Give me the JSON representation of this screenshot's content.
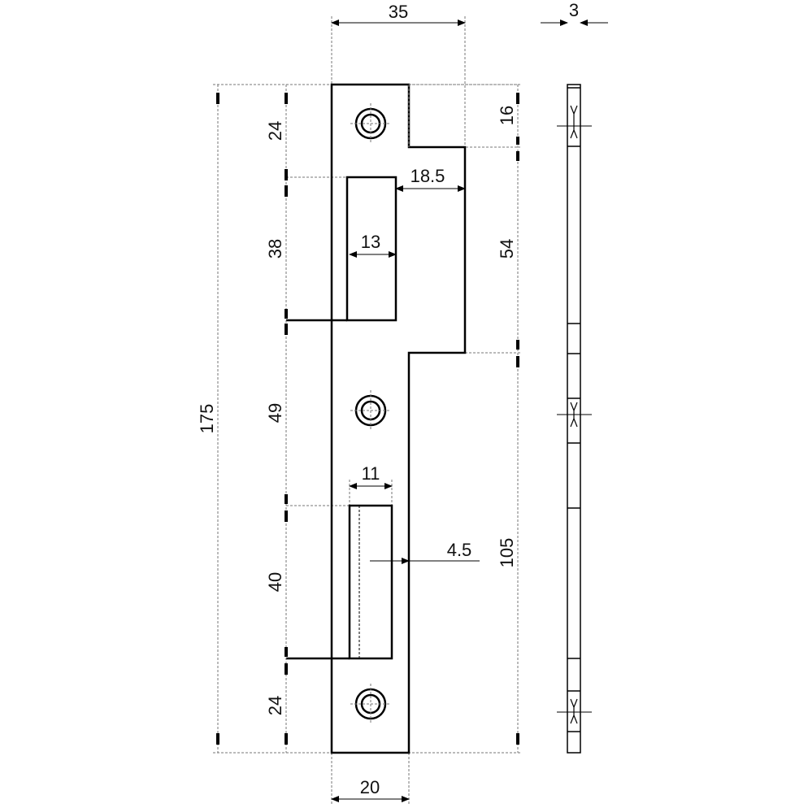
{
  "dimensions": {
    "overall_width": "35",
    "overall_height": "175",
    "top_to_first_slot": "24",
    "slot1_height": "38",
    "between_slots": "49",
    "slot2_height": "40",
    "bottom_to_slot2": "24",
    "top_notch": "16",
    "tongue_height": "54",
    "lower_height": "105",
    "slot1_to_edge": "18.5",
    "slot1_width": "13",
    "slot2_width": "11",
    "slot2_offset": "4.5",
    "bottom_width": "20",
    "thickness": "3"
  }
}
